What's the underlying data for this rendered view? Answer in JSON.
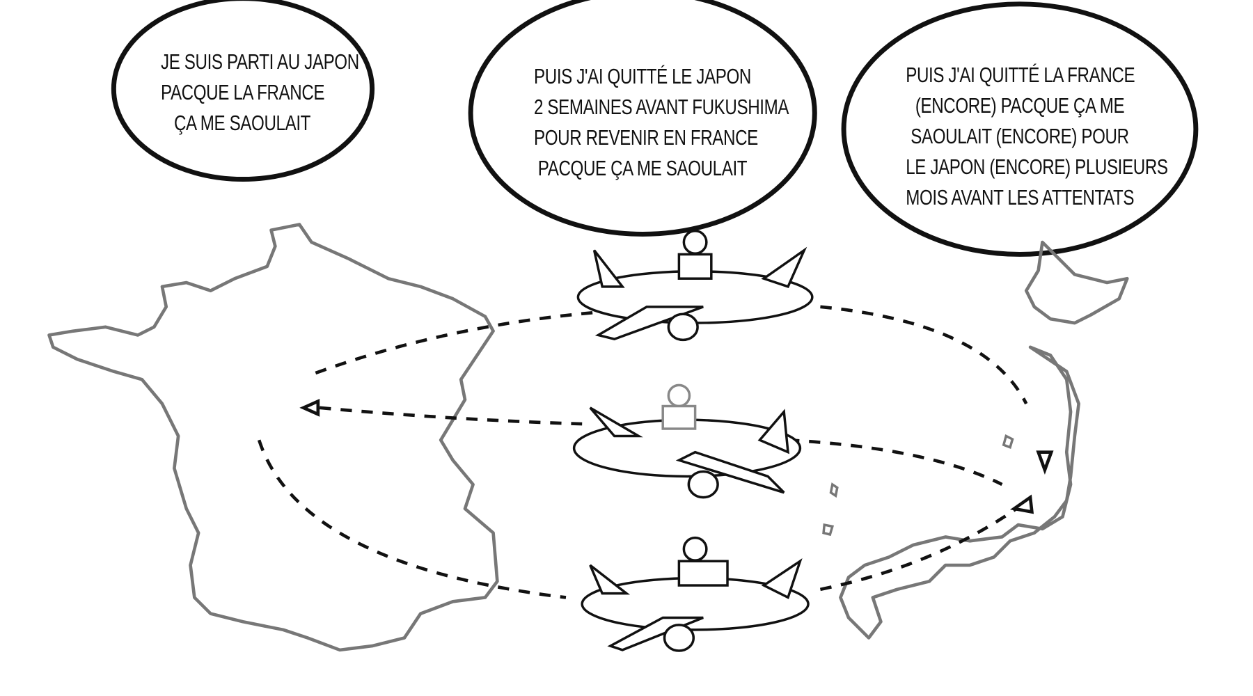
{
  "bubbles": [
    {
      "lines": [
        "JE SUIS PARTI AU JAPON",
        "PACQUE LA FRANCE",
        "ÇA ME SAOULAIT"
      ]
    },
    {
      "lines": [
        "PUIS J'AI QUITTÉ LE JAPON",
        "2 SEMAINES AVANT FUKUSHIMA",
        "POUR REVENIR EN FRANCE",
        "PACQUE ÇA ME SAOULAIT"
      ]
    },
    {
      "lines": [
        "PUIS J'AI QUITTÉ LA FRANCE",
        "(ENCORE) PACQUE ÇA ME",
        "SAOULAIT (ENCORE) POUR",
        "LE JAPON (ENCORE) PLUSIEURS",
        "MOIS AVANT LES ATTENTATS"
      ]
    }
  ],
  "colors": {
    "ink": "#111111",
    "map": "#777777"
  }
}
